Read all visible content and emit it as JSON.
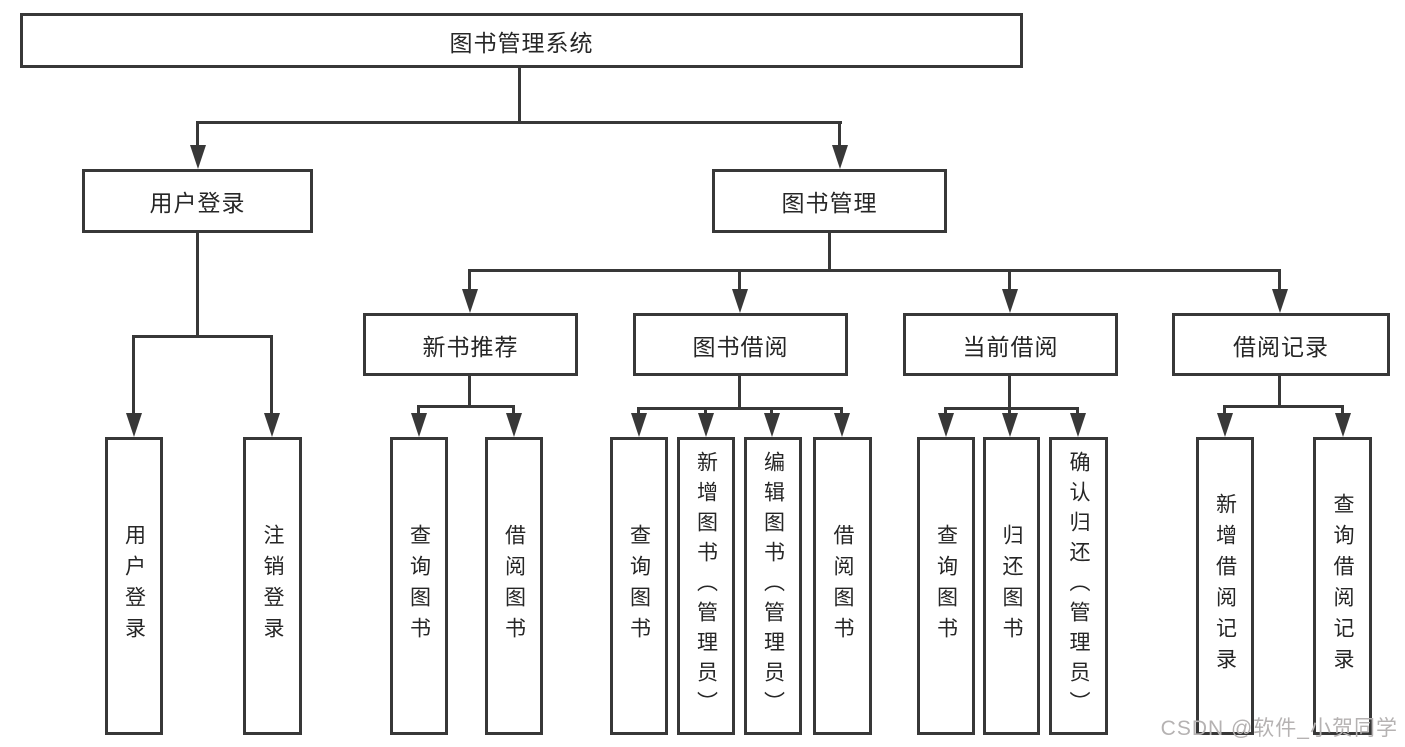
{
  "colors": {
    "background": "#ffffff",
    "line": "#383838",
    "text": "#262626",
    "watermark": "#b5b2b2"
  },
  "tree": {
    "root": "图书管理系统",
    "branches": {
      "user_login": "用户登录",
      "book_mgmt": "图书管理"
    },
    "modules": {
      "new_book_rec": "新书推荐",
      "book_borrow": "图书借阅",
      "current_borrow": "当前借阅",
      "borrow_records": "借阅记录"
    },
    "leaves": {
      "ul_user_login": "用户登录",
      "ul_logout": "注销登录",
      "nb_query_book": "查询图书",
      "nb_borrow_book": "借阅图书",
      "bb_query_book": "查询图书",
      "bb_add_book": "新增图书（管理员）",
      "bb_edit_book": "编辑图书（管理员）",
      "bb_borrow_book": "借阅图书",
      "cb_query_book": "查询图书",
      "cb_return_book": "归还图书",
      "cb_confirm_return": "确认归还（管理员）",
      "br_add_record": "新增借阅记录",
      "br_query_record": "查询借阅记录"
    }
  },
  "watermark": "CSDN @软件_小贺同学"
}
